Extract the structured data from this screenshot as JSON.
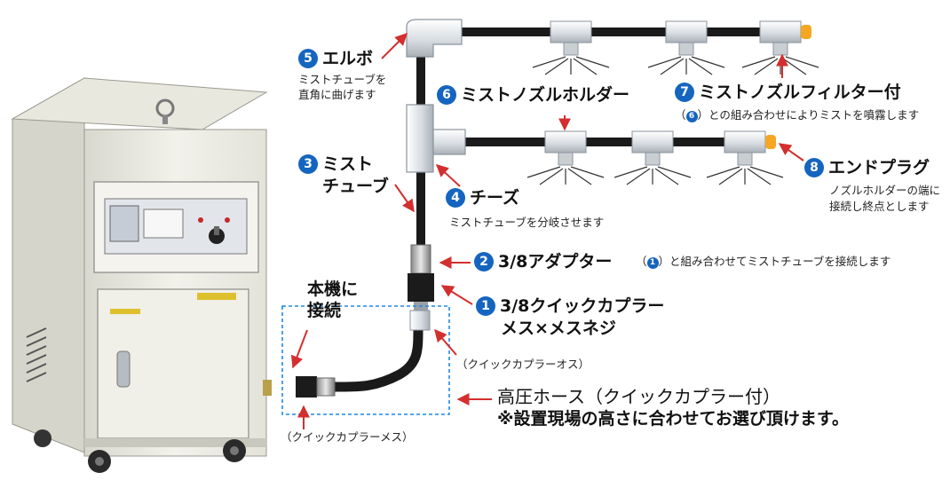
{
  "parts": [
    {
      "num": "5",
      "name": "エルボ",
      "desc": [
        "ミストチューブを",
        "直角に曲げます"
      ]
    },
    {
      "num": "6",
      "name": "ミストノズルホルダー"
    },
    {
      "num": "7",
      "name": "ミストノズルフィルター付",
      "desc_pre": "（",
      "desc_ref": "6",
      "desc_post": "）との組み合わせによりミストを噴霧します"
    },
    {
      "num": "3",
      "name_lines": [
        "ミスト",
        "チューブ"
      ]
    },
    {
      "num": "8",
      "name": "エンドプラグ",
      "desc": [
        "ノズルホルダーの端に",
        "接続し終点とします"
      ]
    },
    {
      "num": "4",
      "name": "チーズ",
      "desc": [
        "ミストチューブを分岐させます"
      ]
    },
    {
      "num": "2",
      "name": "3/8アダプター",
      "desc_pre": "（",
      "desc_ref": "1",
      "desc_post": "）と組み合わせてミストチューブを接続します"
    },
    {
      "num": "1",
      "name_lines": [
        "3/8クイックカプラー",
        "メス×メスネジ"
      ]
    }
  ],
  "labels": {
    "connect": [
      "本機に",
      "接続"
    ],
    "coupler_male": "（クイックカプラーオス）",
    "coupler_female": "（クイックカプラーメス）",
    "hose": "高圧ホース（クイックカプラー付）",
    "hose_note": "※設置現場の高さに合わせてお選び頂けます。"
  },
  "colors": {
    "accent_blue": "#1565c0",
    "arrow_red": "#d32f2f",
    "tube": "#1a1a1a",
    "machine": "#ecebe3"
  }
}
